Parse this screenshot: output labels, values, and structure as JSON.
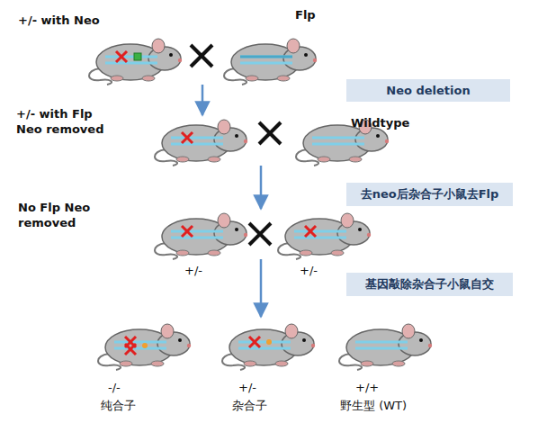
{
  "diagram": {
    "nodes": [
      {
        "text": [
          "+/- with Neo"
        ]
      },
      {
        "text": [
          "Flp"
        ]
      },
      {
        "text": [
          "Neo deletion"
        ]
      },
      {
        "text": [
          "+/- with Flp Neo removed"
        ]
      },
      {
        "text": [
          "Wildtype"
        ]
      },
      {
        "text": [
          "去neo后杂合子小鼠去Flp"
        ]
      },
      {
        "text": [
          "No Flp Neo removed",
          "+/-"
        ]
      },
      {
        "text": [
          "+/-"
        ]
      },
      {
        "text": [
          "基因敲除杂合子小鼠自交"
        ]
      },
      {
        "text": [
          "-/-",
          "纯合子"
        ]
      },
      {
        "text": [
          "+/-",
          "杂合子"
        ]
      },
      {
        "text": [
          "+/+",
          "野生型 (WT)"
        ]
      }
    ],
    "edges": [
      {
        "from": 0,
        "to": 3,
        "arrow": "to"
      },
      {
        "from": 3,
        "to": 6,
        "arrow": "to"
      },
      {
        "from": 6,
        "to": 10,
        "arrow": "to"
      }
    ]
  }
}
